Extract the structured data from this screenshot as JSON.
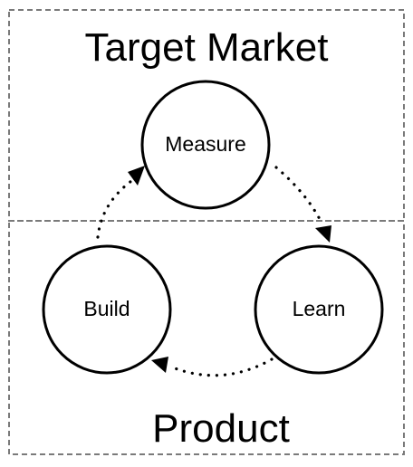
{
  "regions": {
    "top": {
      "title": "Target Market"
    },
    "bottom": {
      "title": "Product"
    }
  },
  "nodes": {
    "measure": {
      "label": "Measure"
    },
    "learn": {
      "label": "Learn"
    },
    "build": {
      "label": "Build"
    }
  },
  "cycle": [
    {
      "from": "Measure",
      "to": "Learn"
    },
    {
      "from": "Learn",
      "to": "Build"
    },
    {
      "from": "Build",
      "to": "Measure"
    }
  ],
  "colors": {
    "stroke": "#000000",
    "dashed_border": "#7a7a7a",
    "background": "#ffffff"
  }
}
